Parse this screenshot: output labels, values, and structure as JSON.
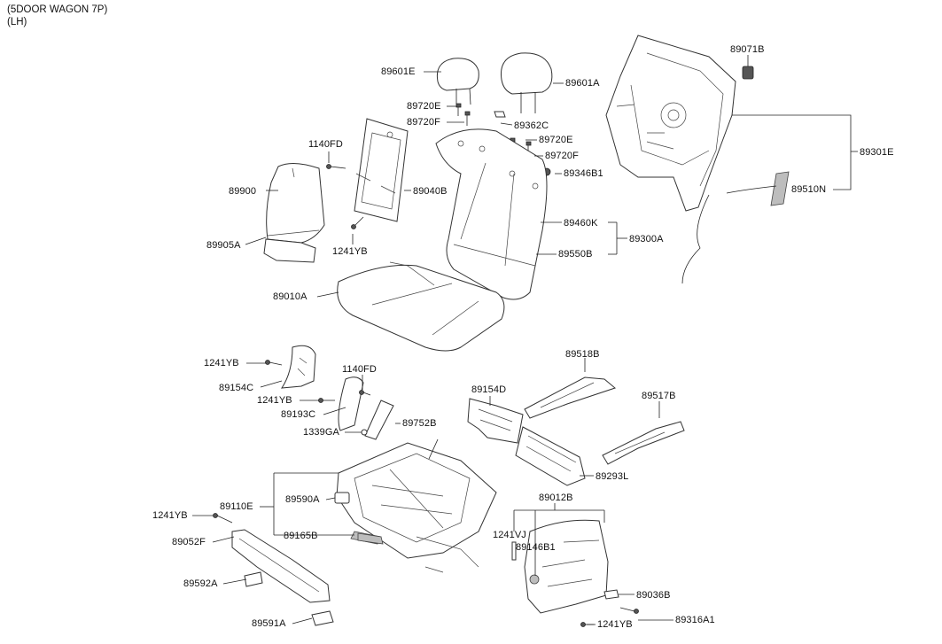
{
  "header": {
    "line1": "(5DOOR WAGON 7P)",
    "line2": "(LH)"
  },
  "parts": [
    {
      "id": "p01",
      "code": "89601E"
    },
    {
      "id": "p02",
      "code": "89601A"
    },
    {
      "id": "p03",
      "code": "89720E"
    },
    {
      "id": "p04",
      "code": "89720F"
    },
    {
      "id": "p05",
      "code": "89362C"
    },
    {
      "id": "p06",
      "code": "89720E"
    },
    {
      "id": "p07",
      "code": "89720F"
    },
    {
      "id": "p08",
      "code": "89346B1"
    },
    {
      "id": "p09",
      "code": "1140FD"
    },
    {
      "id": "p10",
      "code": "89900"
    },
    {
      "id": "p11",
      "code": "89040B"
    },
    {
      "id": "p12",
      "code": "89905A"
    },
    {
      "id": "p13",
      "code": "1241YB"
    },
    {
      "id": "p14",
      "code": "89460K"
    },
    {
      "id": "p15",
      "code": "89300A"
    },
    {
      "id": "p16",
      "code": "89550B"
    },
    {
      "id": "p17",
      "code": "89010A"
    },
    {
      "id": "p18",
      "code": "89071B"
    },
    {
      "id": "p19",
      "code": "89301E"
    },
    {
      "id": "p20",
      "code": "89510N"
    },
    {
      "id": "p21",
      "code": "1241YB"
    },
    {
      "id": "p22",
      "code": "89154C"
    },
    {
      "id": "p23",
      "code": "1140FD"
    },
    {
      "id": "p24",
      "code": "1241YB"
    },
    {
      "id": "p25",
      "code": "89193C"
    },
    {
      "id": "p26",
      "code": "89752B"
    },
    {
      "id": "p27",
      "code": "1339GA"
    },
    {
      "id": "p28",
      "code": "89518B"
    },
    {
      "id": "p29",
      "code": "89154D"
    },
    {
      "id": "p30",
      "code": "89517B"
    },
    {
      "id": "p31",
      "code": "89293L"
    },
    {
      "id": "p32",
      "code": "89590A"
    },
    {
      "id": "p33",
      "code": "89110E"
    },
    {
      "id": "p34",
      "code": "1241YB"
    },
    {
      "id": "p35",
      "code": "89165B"
    },
    {
      "id": "p36",
      "code": "89052F"
    },
    {
      "id": "p37",
      "code": "89592A"
    },
    {
      "id": "p38",
      "code": "89591A"
    },
    {
      "id": "p39",
      "code": "89012B"
    },
    {
      "id": "p40",
      "code": "1241VJ"
    },
    {
      "id": "p41",
      "code": "89146B1"
    },
    {
      "id": "p42",
      "code": "89036B"
    },
    {
      "id": "p43",
      "code": "89316A1"
    },
    {
      "id": "p44",
      "code": "1241YB"
    }
  ]
}
